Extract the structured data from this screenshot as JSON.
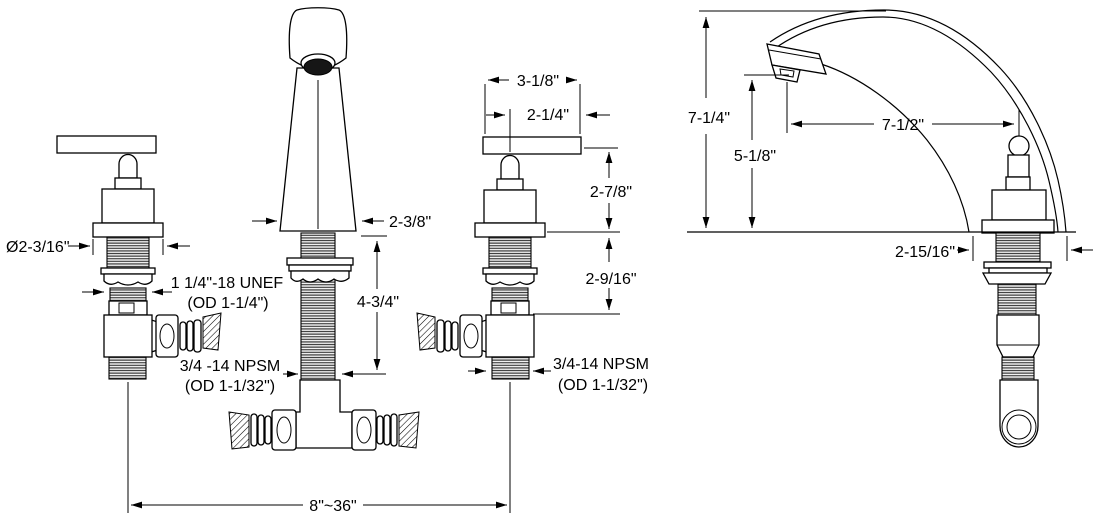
{
  "page": {
    "background": "#ffffff",
    "ink": "#000000"
  },
  "front_view": {
    "dims": {
      "flange_diameter": "Ø2-3/16\"",
      "shank_thread": "1 1/4\"-18 UNEF",
      "shank_thread_od": "(OD 1-1/4\")",
      "center_supply_thread": "3/4 -14 NPSM",
      "center_supply_thread_od": "(OD 1-1/32\")",
      "right_supply_thread": "3/4-14 NPSM",
      "right_supply_thread_od": "(OD 1-1/32\")",
      "handle_width": "3-1/8\"",
      "lever_length": "2-1/4\"",
      "handle_height": "2-7/8\"",
      "shank_depth": "2-9/16\"",
      "spout_base_width": "2-3/8\"",
      "spout_shank_length": "4-3/4\"",
      "centers_range": "8\"~36\""
    }
  },
  "side_view": {
    "dims": {
      "overall_height": "7-1/4\"",
      "outlet_height": "5-1/8\"",
      "reach": "7-1/2\"",
      "base_depth": "2-15/16\""
    }
  }
}
